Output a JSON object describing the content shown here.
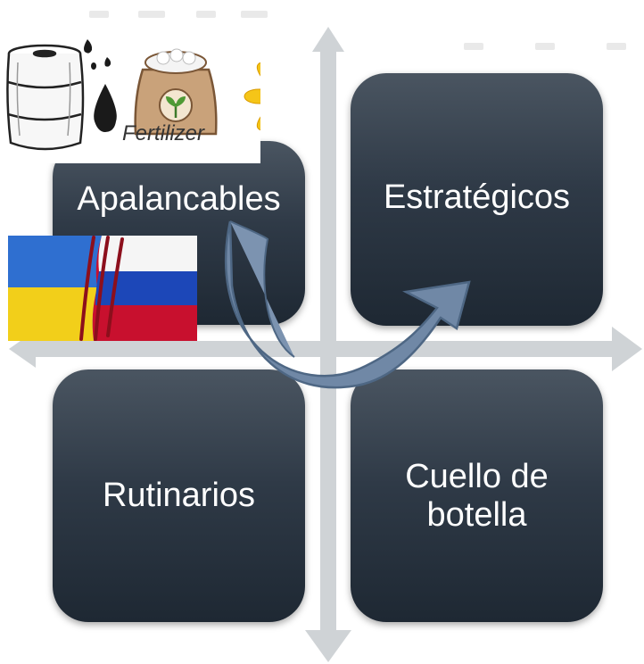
{
  "quadrants": {
    "top_left": "Apalancables",
    "top_right": "Estratégicos",
    "bottom_left": "Rutinarios",
    "bottom_right_line1": "Cuello de",
    "bottom_right_line2": "botella"
  },
  "images": {
    "fertilizer_label": "Fertilizer"
  },
  "colors": {
    "quadrant_fill": "#2f3a47",
    "axis": "#cfd3d6",
    "arrow": "#6f8ca8"
  }
}
